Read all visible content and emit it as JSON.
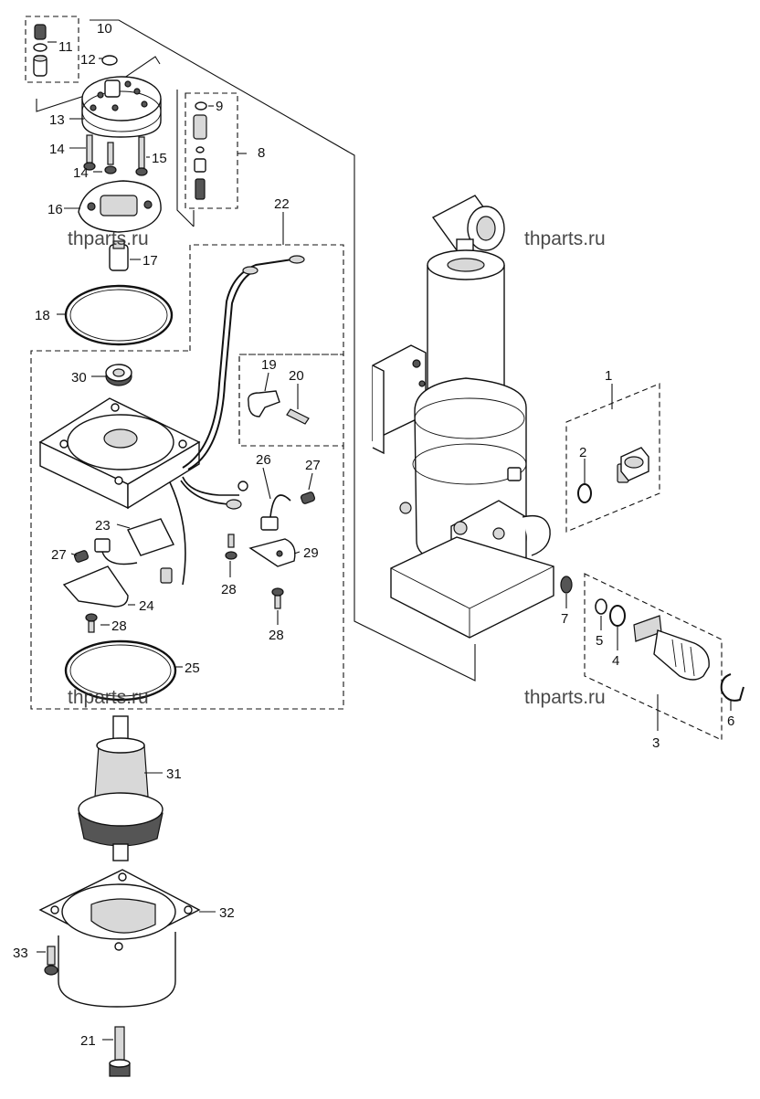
{
  "watermarks": [
    "thparts.ru",
    "thparts.ru",
    "thparts.ru",
    "thparts.ru"
  ],
  "callouts": [
    "1",
    "2",
    "3",
    "4",
    "5",
    "6",
    "7",
    "8",
    "9",
    "10",
    "11",
    "12",
    "13",
    "14",
    "14",
    "15",
    "16",
    "17",
    "18",
    "19",
    "20",
    "21",
    "22",
    "23",
    "24",
    "25",
    "26",
    "27",
    "27",
    "28",
    "28",
    "28",
    "29",
    "30",
    "31",
    "32",
    "33"
  ]
}
